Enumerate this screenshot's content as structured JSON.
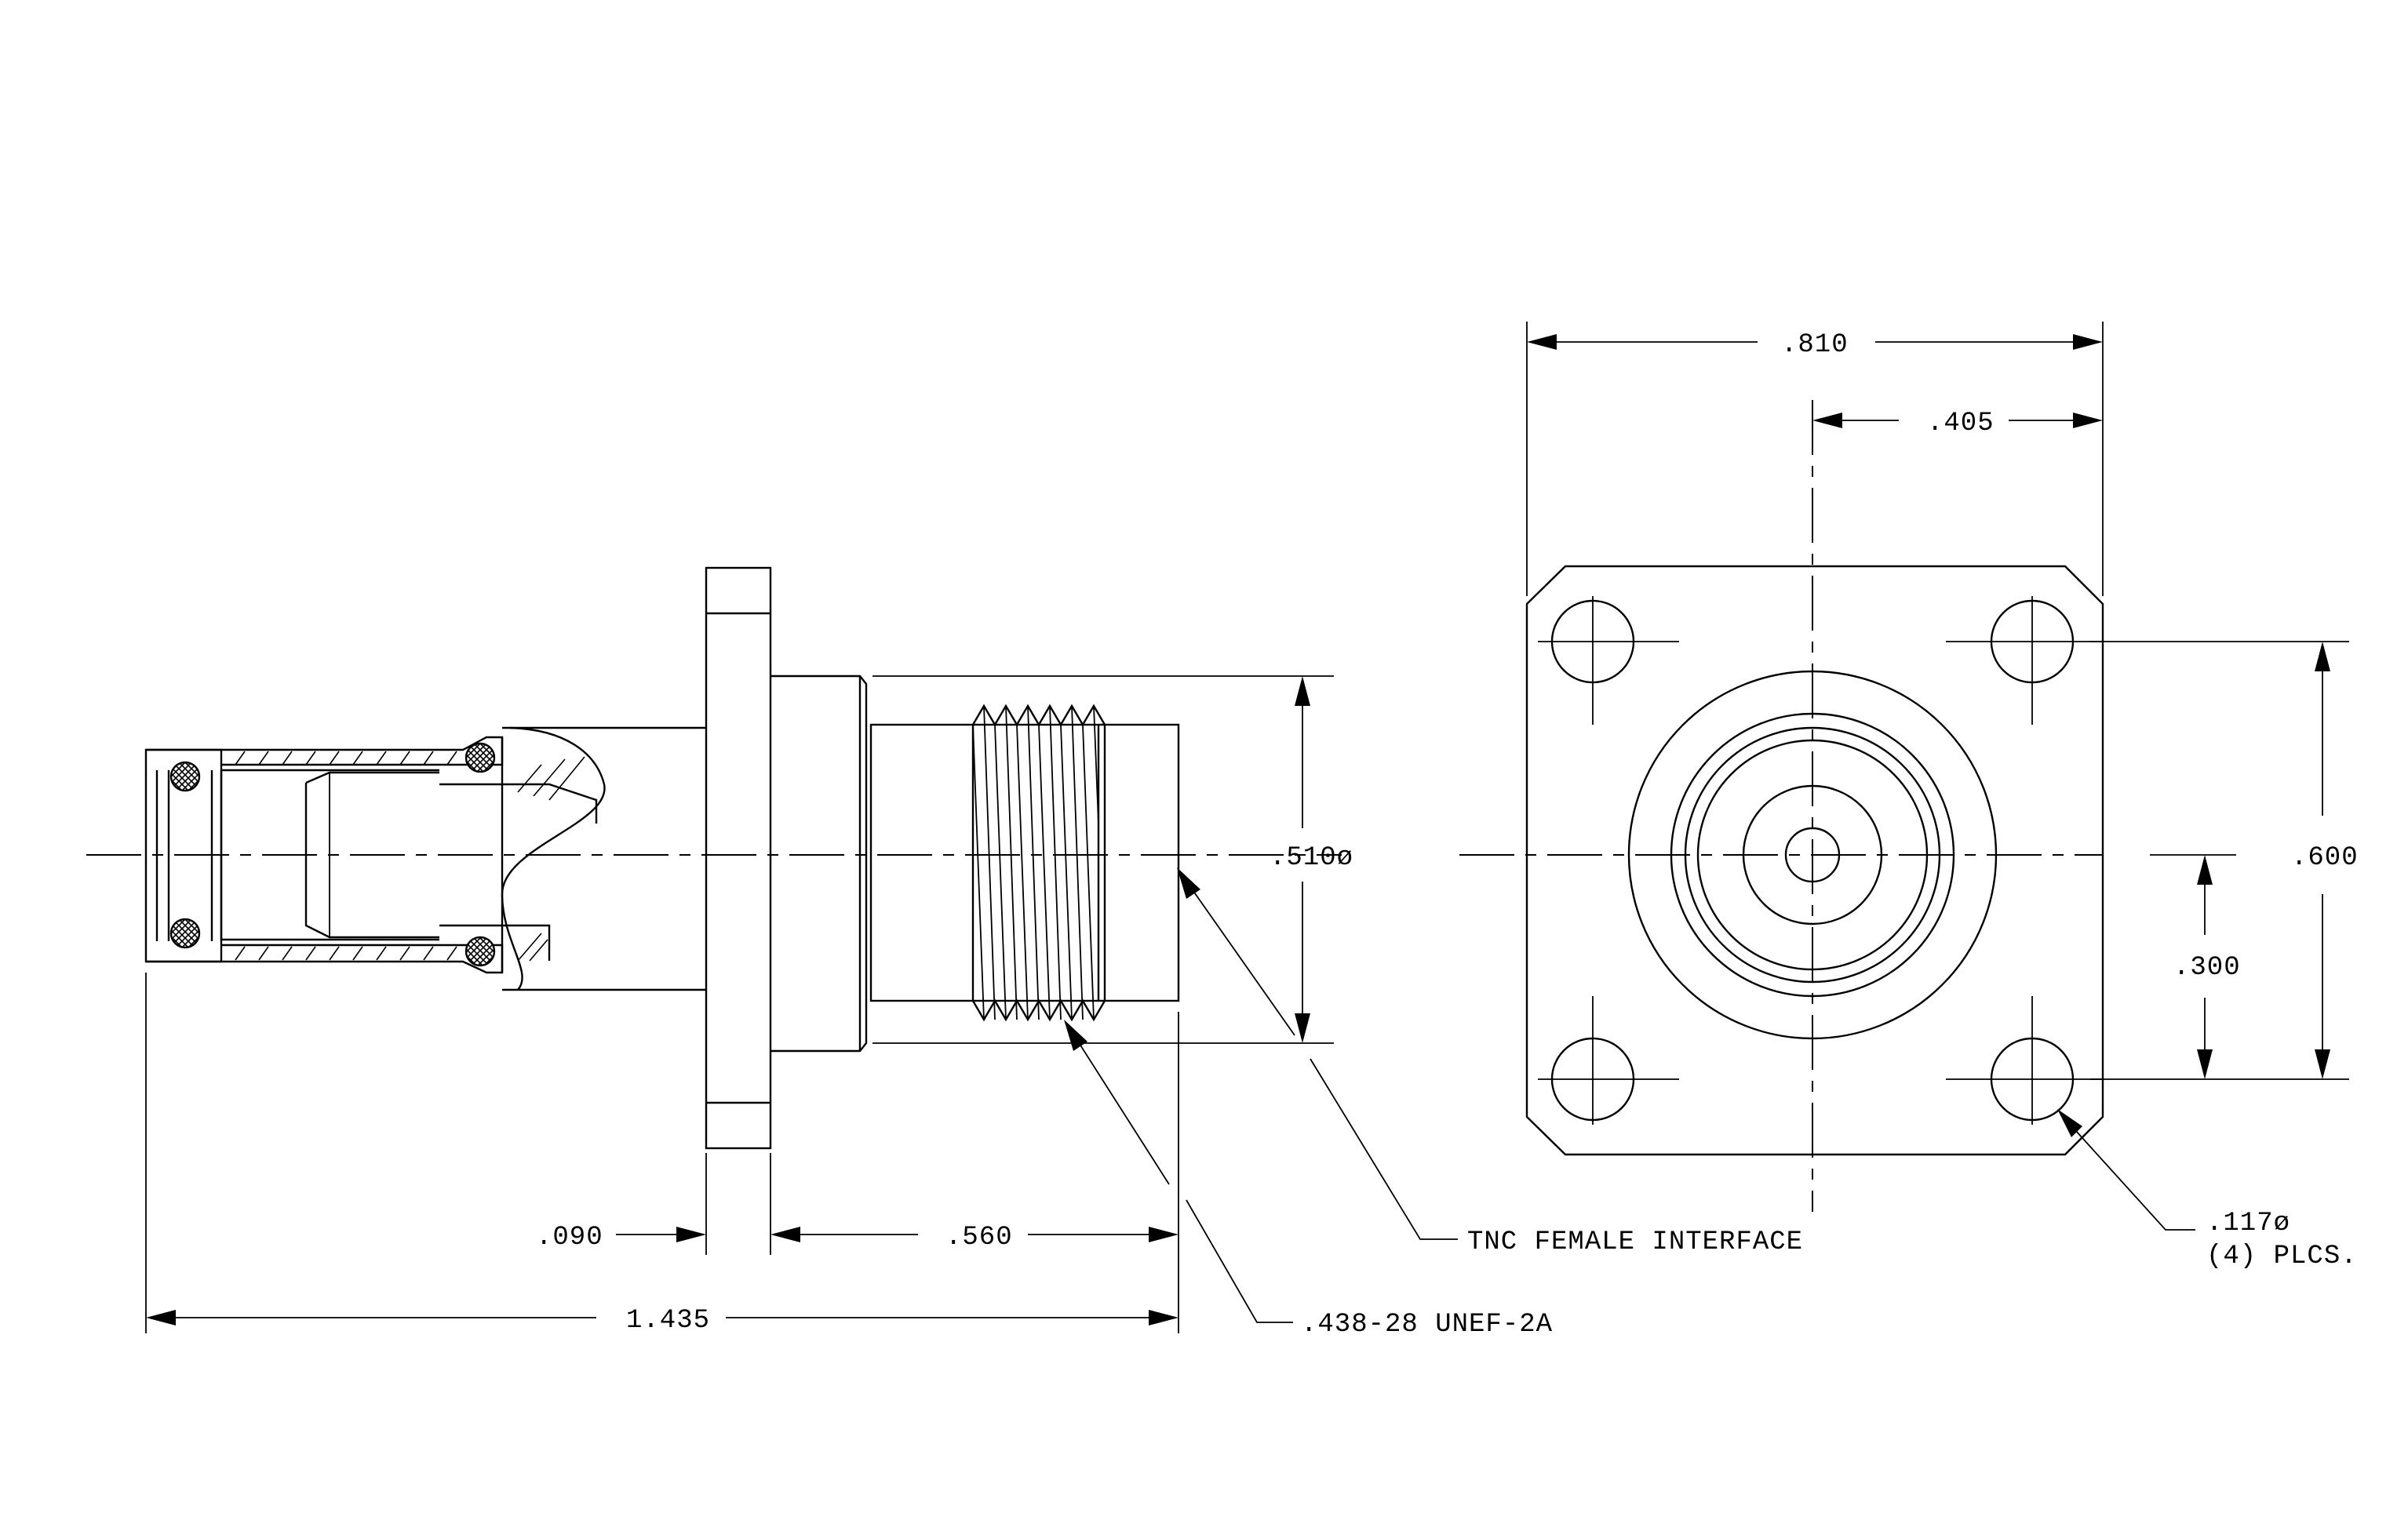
{
  "dimensions": {
    "d810": ".810",
    "d405": ".405",
    "d600": ".600",
    "d300": ".300",
    "d510": ".510ø",
    "d090": ".090",
    "d560": ".560",
    "d1435": "1.435"
  },
  "callouts": {
    "interface": "TNC FEMALE INTERFACE",
    "thread": ".438-28 UNEF-2A",
    "hole_dia": ".117ø",
    "hole_count": "(4) PLCS."
  }
}
